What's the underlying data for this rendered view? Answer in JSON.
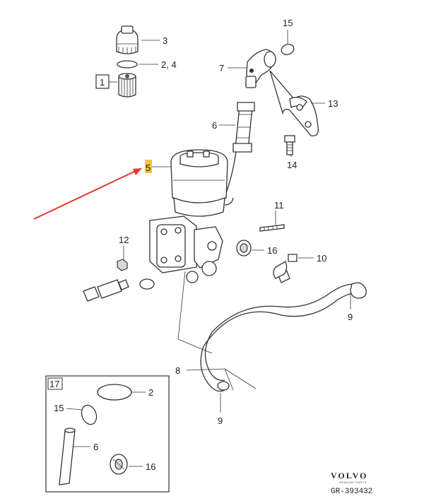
{
  "callouts": {
    "n1": "1",
    "n2_4": "2, 4",
    "n3": "3",
    "n5": "5",
    "n6": "6",
    "n7": "7",
    "n8": "8",
    "n9a": "9",
    "n9b": "9",
    "n10": "10",
    "n11": "11",
    "n12": "12",
    "n13": "13",
    "n14": "14",
    "n15": "15",
    "n16": "16"
  },
  "inset": {
    "box_label": "17",
    "n2": "2",
    "n15": "15",
    "n6": "6",
    "n16": "16"
  },
  "brand": {
    "name": "VOLVO",
    "sub": "GENUINE PARTS",
    "reference": "GR-393432"
  },
  "colors": {
    "highlight": "#f5c242",
    "arrow": "#e23a26",
    "ink": "#333333"
  }
}
